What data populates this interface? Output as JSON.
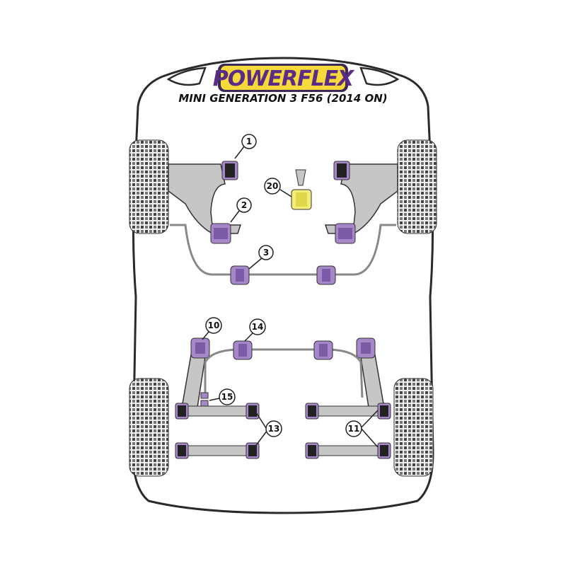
{
  "brand": {
    "logo_text": "POWERFLEX",
    "subtitle": "MINI GENERATION 3 F56 (2014 ON)",
    "logo_color": "#5b2c86",
    "logo_bg": "#f6d93a"
  },
  "colors": {
    "bushing_purple": "#a688c9",
    "bushing_purple_dark": "#7c5ba6",
    "bushing_yellow": "#f3ee7a",
    "metal_gray": "#c6c6c6",
    "outline": "#333333"
  },
  "callouts": [
    {
      "id": "c1",
      "label": "1"
    },
    {
      "id": "c2",
      "label": "2"
    },
    {
      "id": "c3",
      "label": "3"
    },
    {
      "id": "c20",
      "label": "20"
    },
    {
      "id": "c10",
      "label": "10"
    },
    {
      "id": "c14",
      "label": "14"
    },
    {
      "id": "c15",
      "label": "15"
    },
    {
      "id": "c13",
      "label": "13"
    },
    {
      "id": "c11",
      "label": "11"
    }
  ]
}
